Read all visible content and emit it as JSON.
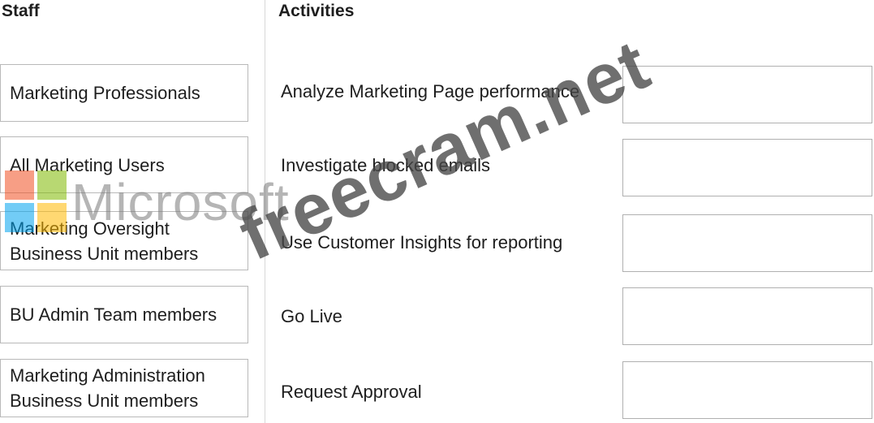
{
  "headings": {
    "staff": "Staff",
    "activities": "Activities"
  },
  "staff": [
    "Marketing Professionals",
    "All Marketing Users",
    "Marketing Oversight\nBusiness Unit members",
    "BU Admin Team members",
    "Marketing Administration\nBusiness Unit members"
  ],
  "activities": [
    "Analyze Marketing Page performance",
    "Investigate blocked emails",
    "Use Customer Insights for reporting",
    "Go Live",
    "Request Approval"
  ],
  "watermark": {
    "logo_text": "Microsoft",
    "logo_colors": [
      "#f25022",
      "#7fba00",
      "#00a4ef",
      "#ffb900"
    ],
    "site": "freecram.net"
  }
}
